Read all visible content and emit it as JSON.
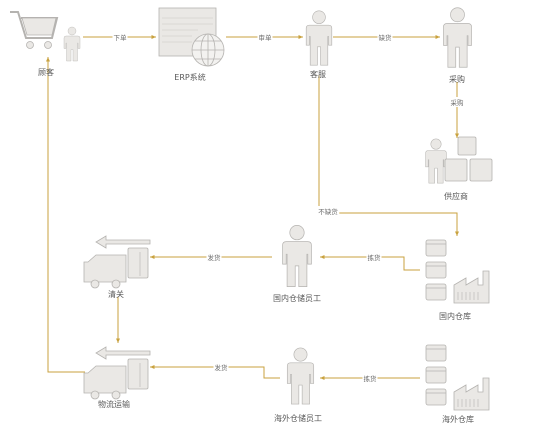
{
  "nodes": {
    "customer": "顾客",
    "erp": "ERP系统",
    "service": "客服",
    "purchase": "采购",
    "supplier": "供应商",
    "customs": "清关",
    "domestic_staff": "国内仓储员工",
    "domestic_warehouse": "国内仓库",
    "logistics": "物流运输",
    "overseas_staff": "海外仓储员工",
    "overseas_warehouse": "海外仓库"
  },
  "edges": {
    "place_order": "下单",
    "audit_order": "审单",
    "out_of_stock": "缺货",
    "procure": "采购",
    "in_stock": "不缺货",
    "domestic_ship": "发货",
    "domestic_pick": "拣货",
    "overseas_ship": "发货",
    "overseas_pick": "拣货"
  },
  "colors": {
    "line": "#c9a23f",
    "icon_fill": "#eae8e5",
    "icon_stroke": "#b5b3b0",
    "text": "#5a5a5a"
  },
  "icons": [
    "shopping-cart-icon",
    "person-icon",
    "erp-system-icon",
    "globe-icon",
    "boxes-icon",
    "truck-icon",
    "factory-icon",
    "stacked-bins-icon"
  ]
}
